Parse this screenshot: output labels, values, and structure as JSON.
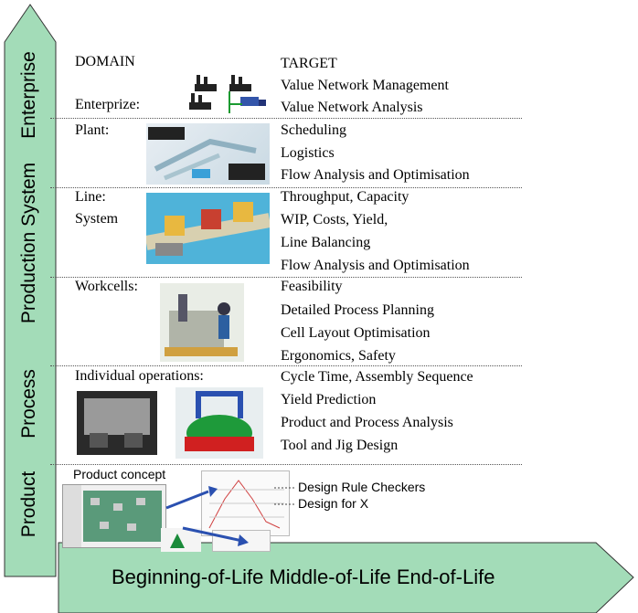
{
  "colors": {
    "arrow_fill": "#a3dcb8",
    "arrow_stroke": "#333333",
    "divider": "#555555"
  },
  "axis_vertical": {
    "labels": [
      "Product",
      "Process",
      "Production System",
      "Enterprise"
    ]
  },
  "axis_horizontal": {
    "label": "Beginning-of-Life  Middle-of-Life  End-of-Life"
  },
  "headers": {
    "domain": "DOMAIN",
    "target": "TARGET"
  },
  "rows": [
    {
      "domain": "Enterprize:",
      "targets": [
        "Value Network Management",
        "Value Network Analysis"
      ],
      "icon": "factory-network-icon"
    },
    {
      "domain": "Plant:",
      "targets": [
        "Scheduling",
        "Logistics",
        "Flow Analysis and Optimisation"
      ],
      "icon": "plant-layout-image"
    },
    {
      "domain": "Line:",
      "domain2": "System",
      "targets": [
        "Throughput, Capacity",
        "WIP, Costs, Yield,",
        "Line Balancing",
        "Flow Analysis and Optimisation"
      ],
      "icon": "production-line-image"
    },
    {
      "domain": "Workcells:",
      "targets": [
        "Feasibility",
        "Detailed Process Planning",
        "Cell Layout Optimisation",
        "Ergonomics, Safety"
      ],
      "icon": "workcell-image"
    },
    {
      "domain": "Individual operations:",
      "targets": [
        "Cycle Time, Assembly Sequence",
        "Yield Prediction",
        "Product and Process Analysis",
        "Tool and Jig Design"
      ],
      "icon": "operations-image"
    }
  ],
  "product": {
    "title": "Product concept",
    "targets": [
      "Design Rule Checkers",
      "Design for X"
    ]
  }
}
